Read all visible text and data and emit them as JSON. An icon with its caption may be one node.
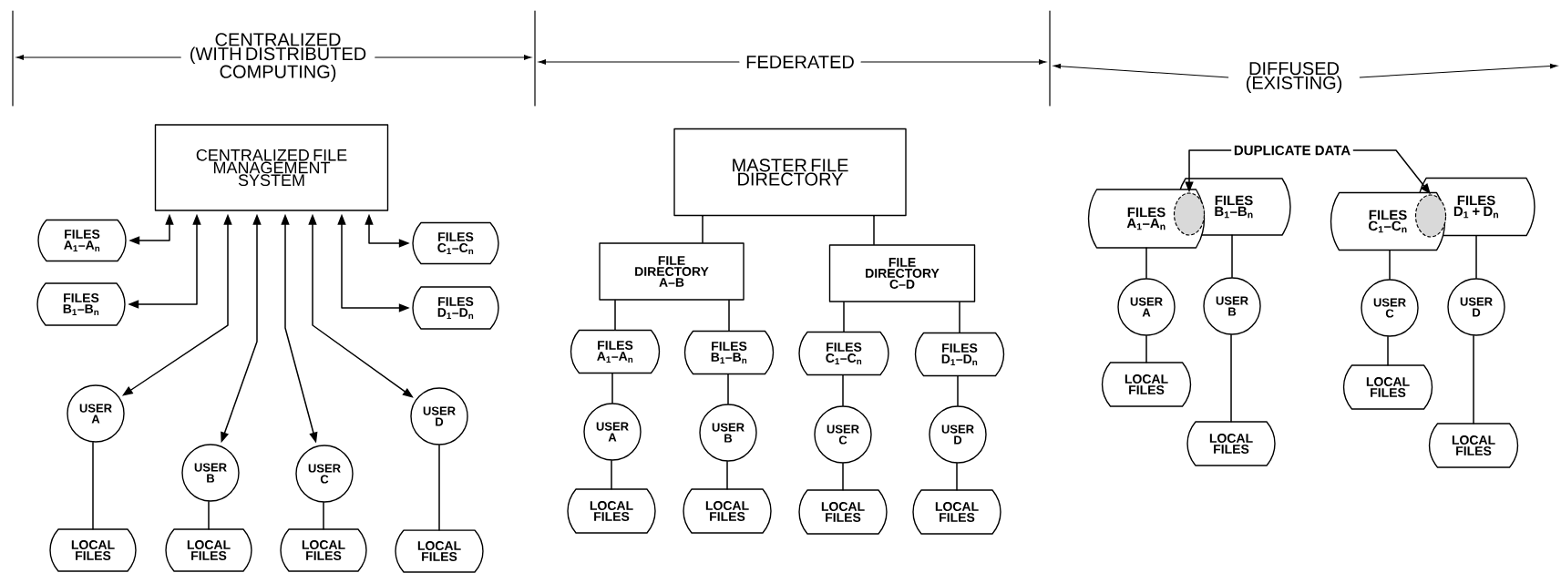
{
  "diagram": {
    "nodes": [
      {
        "text": [
          "CENTRALIZED FILE MANAGEMENT SYSTEM"
        ]
      },
      {
        "text": [
          "FILES A$_{1}$–A$_{n}$"
        ]
      },
      {
        "text": [
          "FILES B$_{1}$–B$_{n}$"
        ]
      },
      {
        "text": [
          "FILES C$_{1}$–C$_{n}$"
        ]
      },
      {
        "text": [
          "FILES D$_{1}$–D$_{n}$"
        ]
      },
      {
        "text": [
          "USER A"
        ]
      },
      {
        "text": [
          "USER B"
        ]
      },
      {
        "text": [
          "USER C"
        ]
      },
      {
        "text": [
          "USER D"
        ]
      },
      {
        "text": [
          "LOCAL FILES"
        ]
      },
      {
        "text": [
          "LOCAL FILES"
        ]
      },
      {
        "text": [
          "LOCAL FILES"
        ]
      },
      {
        "text": [
          "LOCAL FILES"
        ]
      },
      {
        "text": [
          "MASTER FILE DIRECTORY"
        ]
      },
      {
        "text": [
          "FILE DIRECTORY A–B"
        ]
      },
      {
        "text": [
          "FILE DIRECTORY C–D"
        ]
      },
      {
        "text": [
          "FILES A$_{1}$–A$_{n}$"
        ]
      },
      {
        "text": [
          "FILES B$_{1}$–B$_{n}$"
        ]
      },
      {
        "text": [
          "FILES C$_{1}$–C$_{n}$"
        ]
      },
      {
        "text": [
          "FILES D$_{1}$–D$_{n}$"
        ]
      },
      {
        "text": [
          "USER A"
        ]
      },
      {
        "text": [
          "USER B"
        ]
      },
      {
        "text": [
          "USER C"
        ]
      },
      {
        "text": [
          "USER D"
        ]
      },
      {
        "text": [
          "LOCAL FILES"
        ]
      },
      {
        "text": [
          "LOCAL FILES"
        ]
      },
      {
        "text": [
          "LOCAL FILES"
        ]
      },
      {
        "text": [
          "LOCAL FILES"
        ]
      },
      {
        "text": [
          "DUPLICATE DATA"
        ]
      },
      {
        "text": [],
        "shape": "ellipse"
      },
      {
        "text": [],
        "shape": "ellipse"
      },
      {
        "text": [
          "FILES A$_{1}$–A$_{n}$"
        ]
      },
      {
        "text": [
          "FILES B$_{1}$–B$_{n}$"
        ]
      },
      {
        "text": [
          "FILES C$_{1}$–C$_{n}$"
        ]
      },
      {
        "text": [
          "FILES D$_{1}$ + D$_{n}$"
        ]
      },
      {
        "text": [
          "USER A"
        ]
      },
      {
        "text": [
          "USER B"
        ]
      },
      {
        "text": [
          "USER C"
        ]
      },
      {
        "text": [
          "USER D"
        ]
      },
      {
        "text": [
          "LOCAL FILES"
        ]
      },
      {
        "text": [
          "LOCAL FILES"
        ]
      },
      {
        "text": [
          "LOCAL FILES"
        ]
      },
      {
        "text": [
          "LOCAL FILES"
        ]
      }
    ],
    "edges": [
      {
        "from": 0,
        "to": 1,
        "arrow": "both"
      },
      {
        "from": 0,
        "to": 2,
        "arrow": "both"
      },
      {
        "from": 0,
        "to": 3,
        "arrow": "both"
      },
      {
        "from": 0,
        "to": 4,
        "arrow": "both"
      },
      {
        "from": 0,
        "to": 5,
        "arrow": "both"
      },
      {
        "from": 0,
        "to": 6,
        "arrow": "both"
      },
      {
        "from": 0,
        "to": 7,
        "arrow": "both"
      },
      {
        "from": 0,
        "to": 8,
        "arrow": "both"
      },
      {
        "from": 5,
        "to": 9,
        "arrow": "none"
      },
      {
        "from": 6,
        "to": 10,
        "arrow": "none"
      },
      {
        "from": 7,
        "to": 11,
        "arrow": "none"
      },
      {
        "from": 8,
        "to": 12,
        "arrow": "none"
      },
      {
        "from": 13,
        "to": 14,
        "arrow": "none"
      },
      {
        "from": 13,
        "to": 15,
        "arrow": "none"
      },
      {
        "from": 14,
        "to": 16,
        "arrow": "none"
      },
      {
        "from": 14,
        "to": 17,
        "arrow": "none"
      },
      {
        "from": 15,
        "to": 18,
        "arrow": "none"
      },
      {
        "from": 15,
        "to": 19,
        "arrow": "none"
      },
      {
        "from": 16,
        "to": 20,
        "arrow": "none"
      },
      {
        "from": 17,
        "to": 21,
        "arrow": "none"
      },
      {
        "from": 18,
        "to": 22,
        "arrow": "none"
      },
      {
        "from": 19,
        "to": 23,
        "arrow": "none"
      },
      {
        "from": 20,
        "to": 24,
        "arrow": "none"
      },
      {
        "from": 21,
        "to": 25,
        "arrow": "none"
      },
      {
        "from": 22,
        "to": 26,
        "arrow": "none"
      },
      {
        "from": 23,
        "to": 27,
        "arrow": "none"
      },
      {
        "from": 28,
        "to": 29,
        "arrow": "to"
      },
      {
        "from": 28,
        "to": 30,
        "arrow": "to"
      },
      {
        "from": 31,
        "to": 35,
        "arrow": "none"
      },
      {
        "from": 32,
        "to": 36,
        "arrow": "none"
      },
      {
        "from": 33,
        "to": 37,
        "arrow": "none"
      },
      {
        "from": 34,
        "to": 38,
        "arrow": "none"
      },
      {
        "from": 35,
        "to": 39,
        "arrow": "none"
      },
      {
        "from": 36,
        "to": 40,
        "arrow": "none"
      },
      {
        "from": 37,
        "to": 41,
        "arrow": "none"
      },
      {
        "from": 38,
        "to": 42,
        "arrow": "none"
      }
    ],
    "labels": [
      "CENTRALIZED (WITH DISTRIBUTED COMPUTING)",
      "FEDERATED",
      "DIFFUSED (EXISTING)"
    ]
  }
}
